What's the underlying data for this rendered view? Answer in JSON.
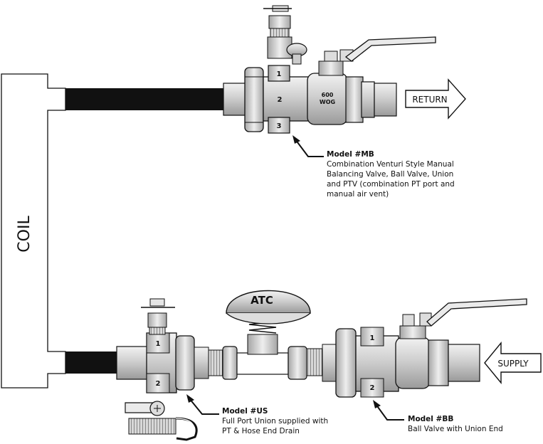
{
  "coil": {
    "label": "COIL"
  },
  "return_arrow": {
    "label": "RETURN"
  },
  "supply_arrow": {
    "label": "SUPPLY"
  },
  "mb_valve": {
    "port_labels": [
      "1",
      "2",
      "3"
    ],
    "body_text_line1": "600",
    "body_text_line2": "WOG",
    "callout": {
      "title": "Model #MB",
      "lines": [
        "Combination Venturi Style Manual",
        "Balancing Valve, Ball Valve, Union",
        "and PTV (combination PT port and",
        "manual air vent)"
      ]
    }
  },
  "atc": {
    "label": "ATC"
  },
  "us_valve": {
    "port_labels": [
      "1",
      "2"
    ],
    "callout": {
      "title": "Model #US",
      "lines": [
        "Full Port Union supplied with",
        "PT & Hose End Drain"
      ]
    }
  },
  "bb_valve": {
    "port_labels": [
      "1",
      "2"
    ],
    "callout": {
      "title": "Model #BB",
      "lines": [
        "Ball Valve with Union End"
      ]
    }
  },
  "colors": {
    "line": "#111111",
    "fill": "#d4d4d4",
    "light": "#eeeeee",
    "pipe": "#111111"
  }
}
